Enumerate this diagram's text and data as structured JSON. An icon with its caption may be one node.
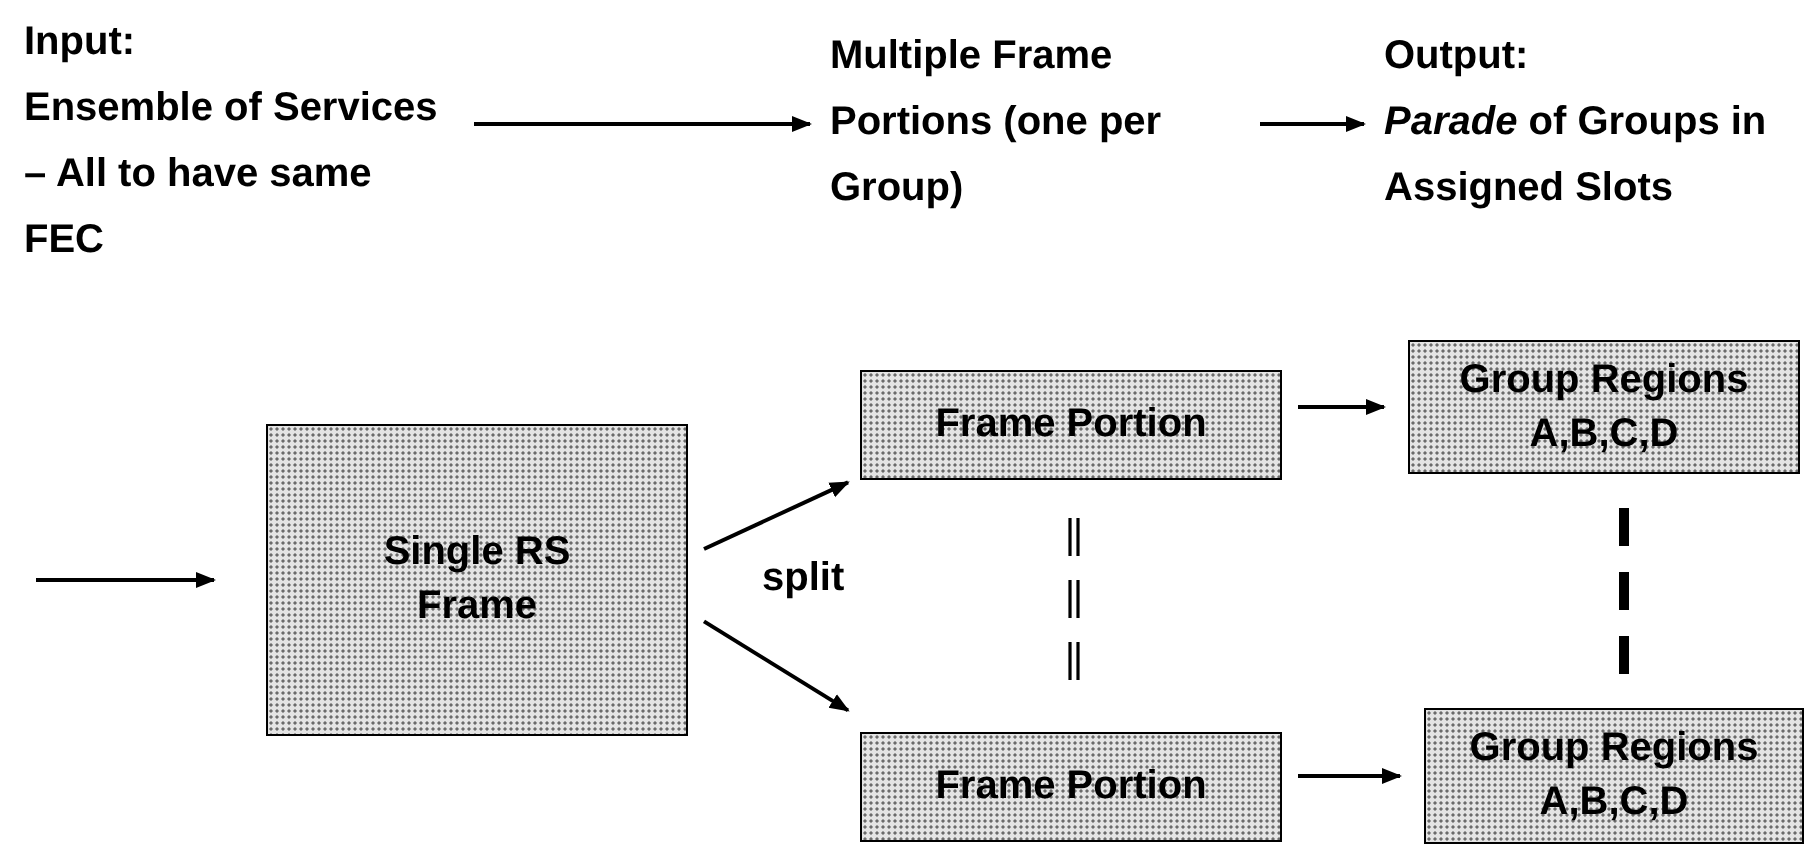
{
  "diagram": {
    "nodes": [
      {
        "text": [
          "Input:",
          "Ensemble of Services – All to have same FEC"
        ]
      },
      {
        "text": [
          "Multiple Frame Portions (one per Group)"
        ]
      },
      {
        "text": [
          "Output:",
          "*Parade* of Groups in Assigned Slots"
        ]
      },
      {
        "text": [
          "Single RS Frame"
        ]
      },
      {
        "text": [
          "Frame Portion"
        ]
      },
      {
        "text": [
          "Group Regions A,B,C,D"
        ]
      },
      {
        "text": [
          "Frame Portion"
        ]
      },
      {
        "text": [
          "Group Regions A,B,C,D"
        ]
      }
    ],
    "edges": [
      {
        "from": 0,
        "to": 1,
        "arrow": "to"
      },
      {
        "from": 1,
        "to": 2,
        "arrow": "to"
      },
      {
        "from": null,
        "to": 3,
        "arrow": "to"
      },
      {
        "from": 3,
        "to": 4,
        "arrow": "to"
      },
      {
        "from": 3,
        "to": 6,
        "arrow": "to"
      },
      {
        "from": 4,
        "to": 5,
        "arrow": "to"
      },
      {
        "from": 6,
        "to": 7,
        "arrow": "to"
      }
    ],
    "labels": [
      "split"
    ]
  }
}
